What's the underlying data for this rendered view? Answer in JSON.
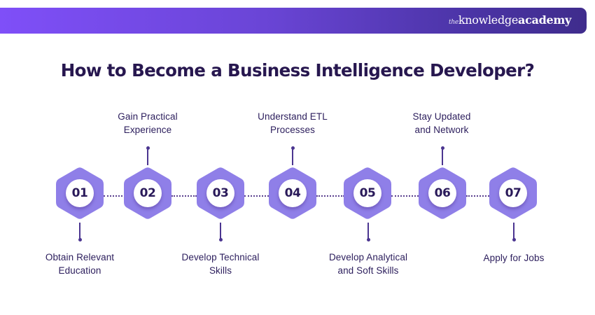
{
  "header": {
    "brand": {
      "prefix": "the",
      "part1": "knowledge",
      "part2": "academy"
    }
  },
  "title": "How to Become a Business Intelligence Developer?",
  "colors": {
    "hexagon": "#8f7fe8",
    "title_text": "#27174f",
    "connector": "#4b3590",
    "banner_start": "#7f4ff8",
    "banner_end": "#3f2c8c"
  },
  "steps": [
    {
      "number": "01",
      "line1": "Obtain Relevant",
      "line2": "Education",
      "position": "below"
    },
    {
      "number": "02",
      "line1": "Gain Practical",
      "line2": "Experience",
      "position": "above"
    },
    {
      "number": "03",
      "line1": "Develop Technical",
      "line2": "Skills",
      "position": "below"
    },
    {
      "number": "04",
      "line1": "Understand ETL",
      "line2": "Processes",
      "position": "above"
    },
    {
      "number": "05",
      "line1": "Develop Analytical",
      "line2": "and Soft Skills",
      "position": "below"
    },
    {
      "number": "06",
      "line1": "Stay Updated",
      "line2": "and Network",
      "position": "above"
    },
    {
      "number": "07",
      "line1": "Apply for Jobs",
      "line2": "",
      "position": "below"
    }
  ]
}
